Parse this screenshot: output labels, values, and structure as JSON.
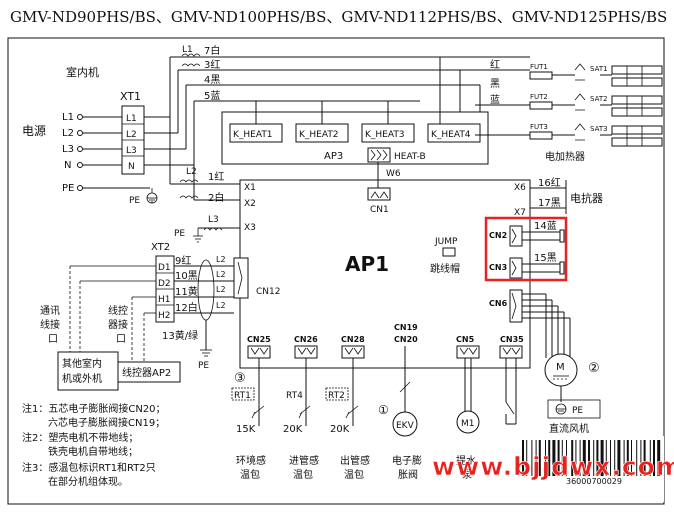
{
  "title": "GMV-ND90PHS/BS、GMV-ND100PHS/BS、GMV-ND112PHS/BS、GMV-ND125PHS/BS",
  "indoor_unit": "室内机",
  "power_source": "电源",
  "xt1": "XT1",
  "xt1_terminals": [
    "L1",
    "L2",
    "L3",
    "N"
  ],
  "power_inputs": [
    "L1",
    "L2",
    "L3",
    "N",
    "PE"
  ],
  "pe": "PE",
  "l1_coil": "L1",
  "l2_coil": "L2",
  "l3_coil": "L3",
  "wires_top": [
    "7白",
    "3红",
    "4黑",
    "5蓝"
  ],
  "wires_right": [
    "红",
    "黑",
    "蓝"
  ],
  "fuses": [
    "FUT1",
    "FUT2",
    "FUT3"
  ],
  "sats": [
    "SAT1",
    "SAT2",
    "SAT3"
  ],
  "heater_label": "电加热器",
  "k_heats": [
    "K_HEAT1",
    "K_HEAT2",
    "K_HEAT3",
    "K_HEAT4"
  ],
  "ap3": "AP3",
  "heat_b": "HEAT-B",
  "w6": "W6",
  "cn1": "CN1",
  "x_terms": [
    "X1",
    "X2",
    "X3"
  ],
  "x1_wire": "1红",
  "x2_wire": "2白",
  "x6": "X6",
  "x7": "X7",
  "x6_wire": "16红",
  "x7_wire": "17黑",
  "reactor": "电抗器",
  "ap1": "AP1",
  "jump": "JUMP",
  "jump_cn": "跳线帽",
  "cn2": "CN2",
  "cn3": "CN3",
  "cn2_wire": "14蓝",
  "cn3_wire": "15黑",
  "cn6": "CN6",
  "cn12": "CN12",
  "xt2": "XT2",
  "xt2_terms": [
    "D1",
    "D2",
    "H1",
    "H2"
  ],
  "xt2_wires": [
    "9红",
    "10黑",
    "11黄",
    "12白"
  ],
  "pe_wire": "13黄/绿",
  "comm_label": [
    "通讯",
    "线接",
    "口"
  ],
  "wired_ctrl_label": [
    "线控",
    "器接",
    "口"
  ],
  "other_units": [
    "其他室内",
    "机或外机"
  ],
  "wired_ctrl_ap2": "线控器AP2",
  "bottom_connectors": [
    "CN25",
    "CN26",
    "CN28",
    "CN19",
    "CN20",
    "CN5",
    "CN35"
  ],
  "sensors": [
    "RT1",
    "RT4",
    "RT2"
  ],
  "sensor_values": [
    "15K",
    "20K",
    "20K"
  ],
  "sensor_names": [
    [
      "环境感",
      "温包"
    ],
    [
      "进管感",
      "温包"
    ],
    [
      "出管感",
      "温包"
    ]
  ],
  "ekv": "EKV",
  "m1": "M1",
  "eev_label": [
    "电子膨",
    "胀阀"
  ],
  "pump_label": [
    "提水",
    "泵"
  ],
  "motor_m": "M",
  "dc_fan": "直流风机",
  "marks": [
    "①",
    "②",
    "③"
  ],
  "notes": [
    "注1：五芯电子膨胀阀接CN20；",
    "六芯电子膨胀阀接CN19；",
    "注2：塑壳电机不带地线；",
    "铁壳电机自带地线；",
    "注3：感温包标识RT1和RT2只",
    "在部分机组体现。"
  ],
  "watermark": "www.bjjdwx.com",
  "barcode_digits": "36000700029"
}
